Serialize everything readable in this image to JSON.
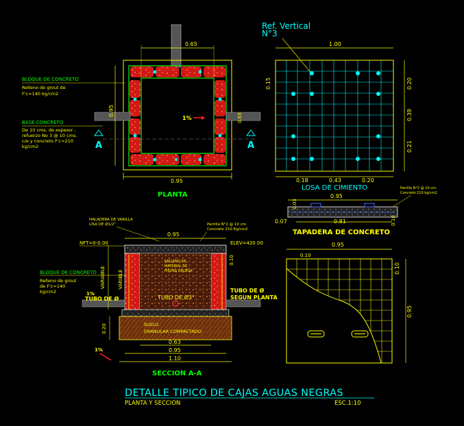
{
  "title": "DETALLE TIPICO DE CAJAS AGUAS NEGRAS",
  "subtitle": "PLANTA Y SECCION",
  "scale": "ESC.1:10",
  "colors": {
    "background": "#000000",
    "yellow": "#ffff00",
    "cyan": "#00ffff",
    "green": "#00ff00",
    "brick_red": "#e8201a",
    "white": "#ffffff",
    "grey": "#808080",
    "brown": "#7a3a10",
    "mesh": "#3a6ea8"
  },
  "planta": {
    "label": "PLANTA",
    "dim_top": "0.65",
    "dim_left": "0.95",
    "dim_bottom": "0.95",
    "dim_right": "0.65",
    "slope": "1%",
    "section_mark": "A",
    "section_mark_right": "A",
    "bloque_title": "BLOQUE DE CONCRETO",
    "bloque_lines": [
      "Relleno de grout de",
      "F'c=140 kg/cm2"
    ],
    "base_title": "BASE CONCRETO",
    "base_lines": [
      "De 10 cms. de espesor ,",
      "refuerzo No 3 @ 10 cms.",
      "c/e y concreto F'c=210",
      "kg/cm2"
    ]
  },
  "losa": {
    "label": "LOSA DE CIMIENTO",
    "ref_title": "Ref. Vertical",
    "ref_number": "N°3",
    "dim_top": "1.00",
    "dim_left": "0.15",
    "dims_right": [
      "0.20",
      "0.39",
      "0.21"
    ],
    "dims_bottom": [
      "0.18",
      "0.43",
      "0.20"
    ]
  },
  "tapadera": {
    "label": "TAPADERA DE CONCRETO",
    "note_lines": [
      "Parrilla N°2 @ 10 cm.",
      "Concreto 210 kg/cm2"
    ],
    "dim_top": "0.95",
    "dim_bottom": "0.81",
    "dim_left": "0.07",
    "dim_height": "0.03",
    "dim_right": "0.10"
  },
  "seccion": {
    "label": "SECCION A-A",
    "haladera_lines": [
      "HALADERA DE VARILLA",
      "LISA DE Ø1/2\""
    ],
    "parrilla_lines": [
      "Parrilla N°2 @ 10 cm",
      "Concreto 210 Kg/cm2"
    ],
    "dim_top": "0.95",
    "nft": "NFT=0-0.00",
    "elev": "ELEV=420.00",
    "dim_right": "0.10",
    "variable_outer": "VARIABLE",
    "variable_inner": "VARIBLE",
    "bloque_title": "BLOQUE DE CONCRETO",
    "bloque_lines": [
      "Relleno de grout",
      "de F'c=140",
      "kg/cm2"
    ],
    "slope_left": "1%",
    "tubo_left": "TUBO DE Ø",
    "tubo_center": "TUBO DE Ø3\"",
    "tubo_right_lines": [
      "TUBO DE Ø",
      "SEGUN PLANTA"
    ],
    "relleno_lines": [
      "RELLENO DE",
      "MATERIAL DE",
      "PIEDRA GRUESA"
    ],
    "suelo_lines": [
      "SUELO",
      "GRANULAR COMPACTADO"
    ],
    "dim_base": "0.20",
    "dims_bottom": [
      "0.63",
      "0.95",
      "1.10"
    ],
    "slope_bottom": "1%"
  },
  "tapa_plan": {
    "dim_top": "0.95",
    "dim_inner": "0.10",
    "dim_right_top": "0.10",
    "dim_right": "0.95"
  }
}
